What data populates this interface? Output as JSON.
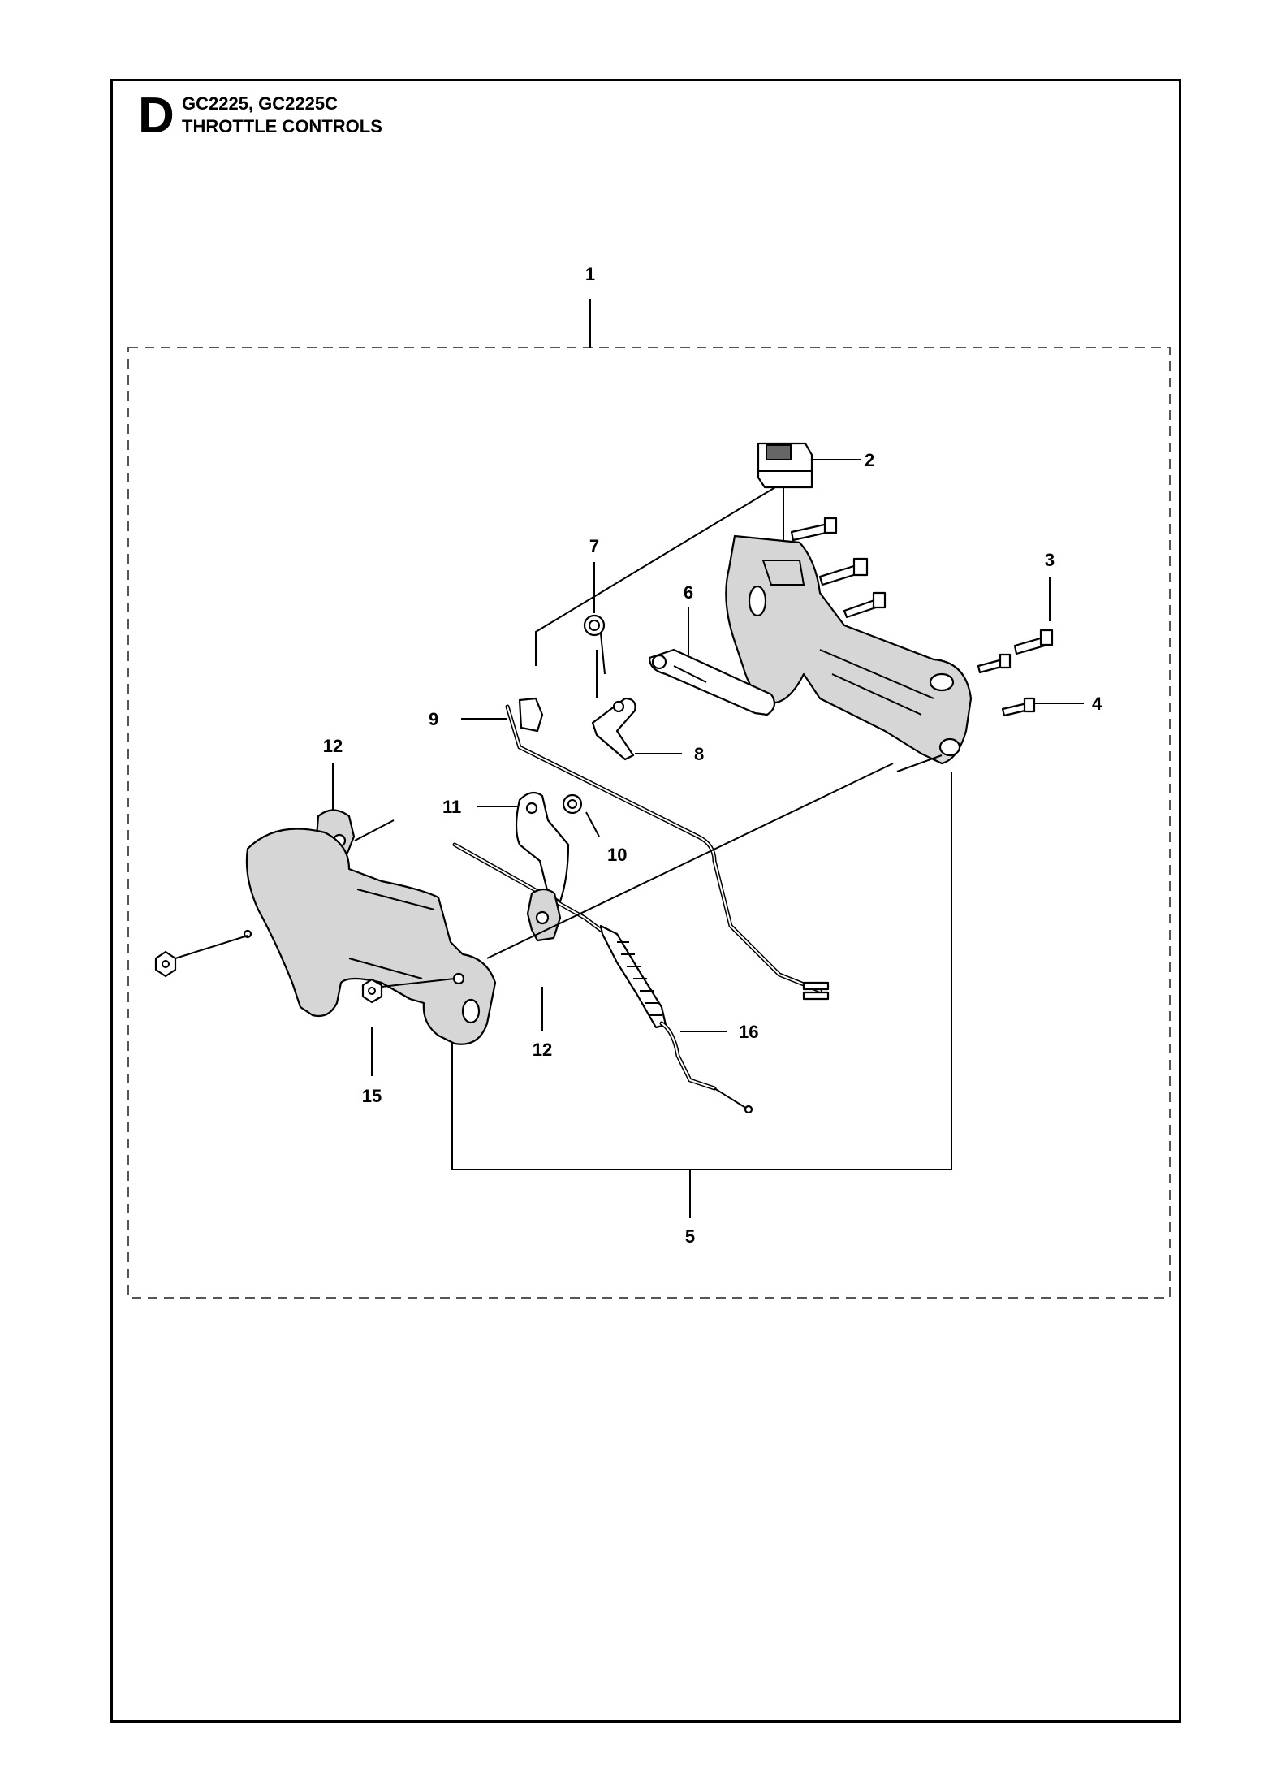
{
  "header": {
    "section_letter": "D",
    "models": "GC2225, GC2225C",
    "title": "THROTTLE CONTROLS"
  },
  "callouts": {
    "p1": "1",
    "p2": "2",
    "p3": "3",
    "p4": "4",
    "p5": "5",
    "p6": "6",
    "p7": "7",
    "p8": "8",
    "p9": "9",
    "p10": "10",
    "p11": "11",
    "p12a": "12",
    "p12b": "12",
    "p15": "15",
    "p16": "16"
  }
}
